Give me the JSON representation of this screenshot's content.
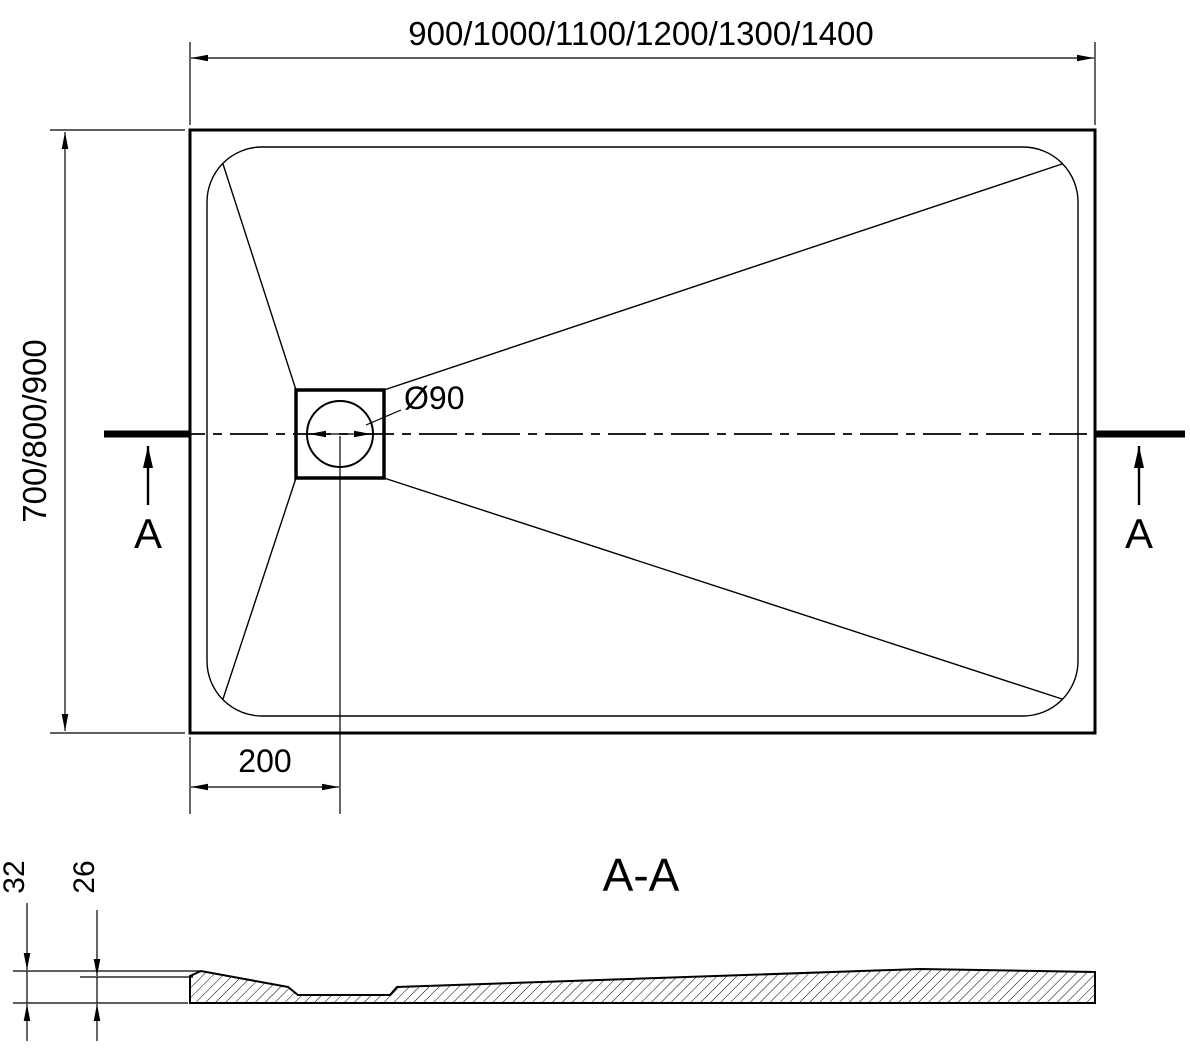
{
  "top_view": {
    "width_dim_label": "900/1000/1100/1200/1300/1400",
    "depth_dim_label": "700/800/900",
    "drain_diameter_label": "Ø90",
    "drain_offset_label": "200",
    "section_marker_left_label": "A",
    "section_marker_right_label": "A"
  },
  "section_view": {
    "title": "A-A",
    "overall_height_label": "32",
    "basin_depth_label": "26"
  }
}
